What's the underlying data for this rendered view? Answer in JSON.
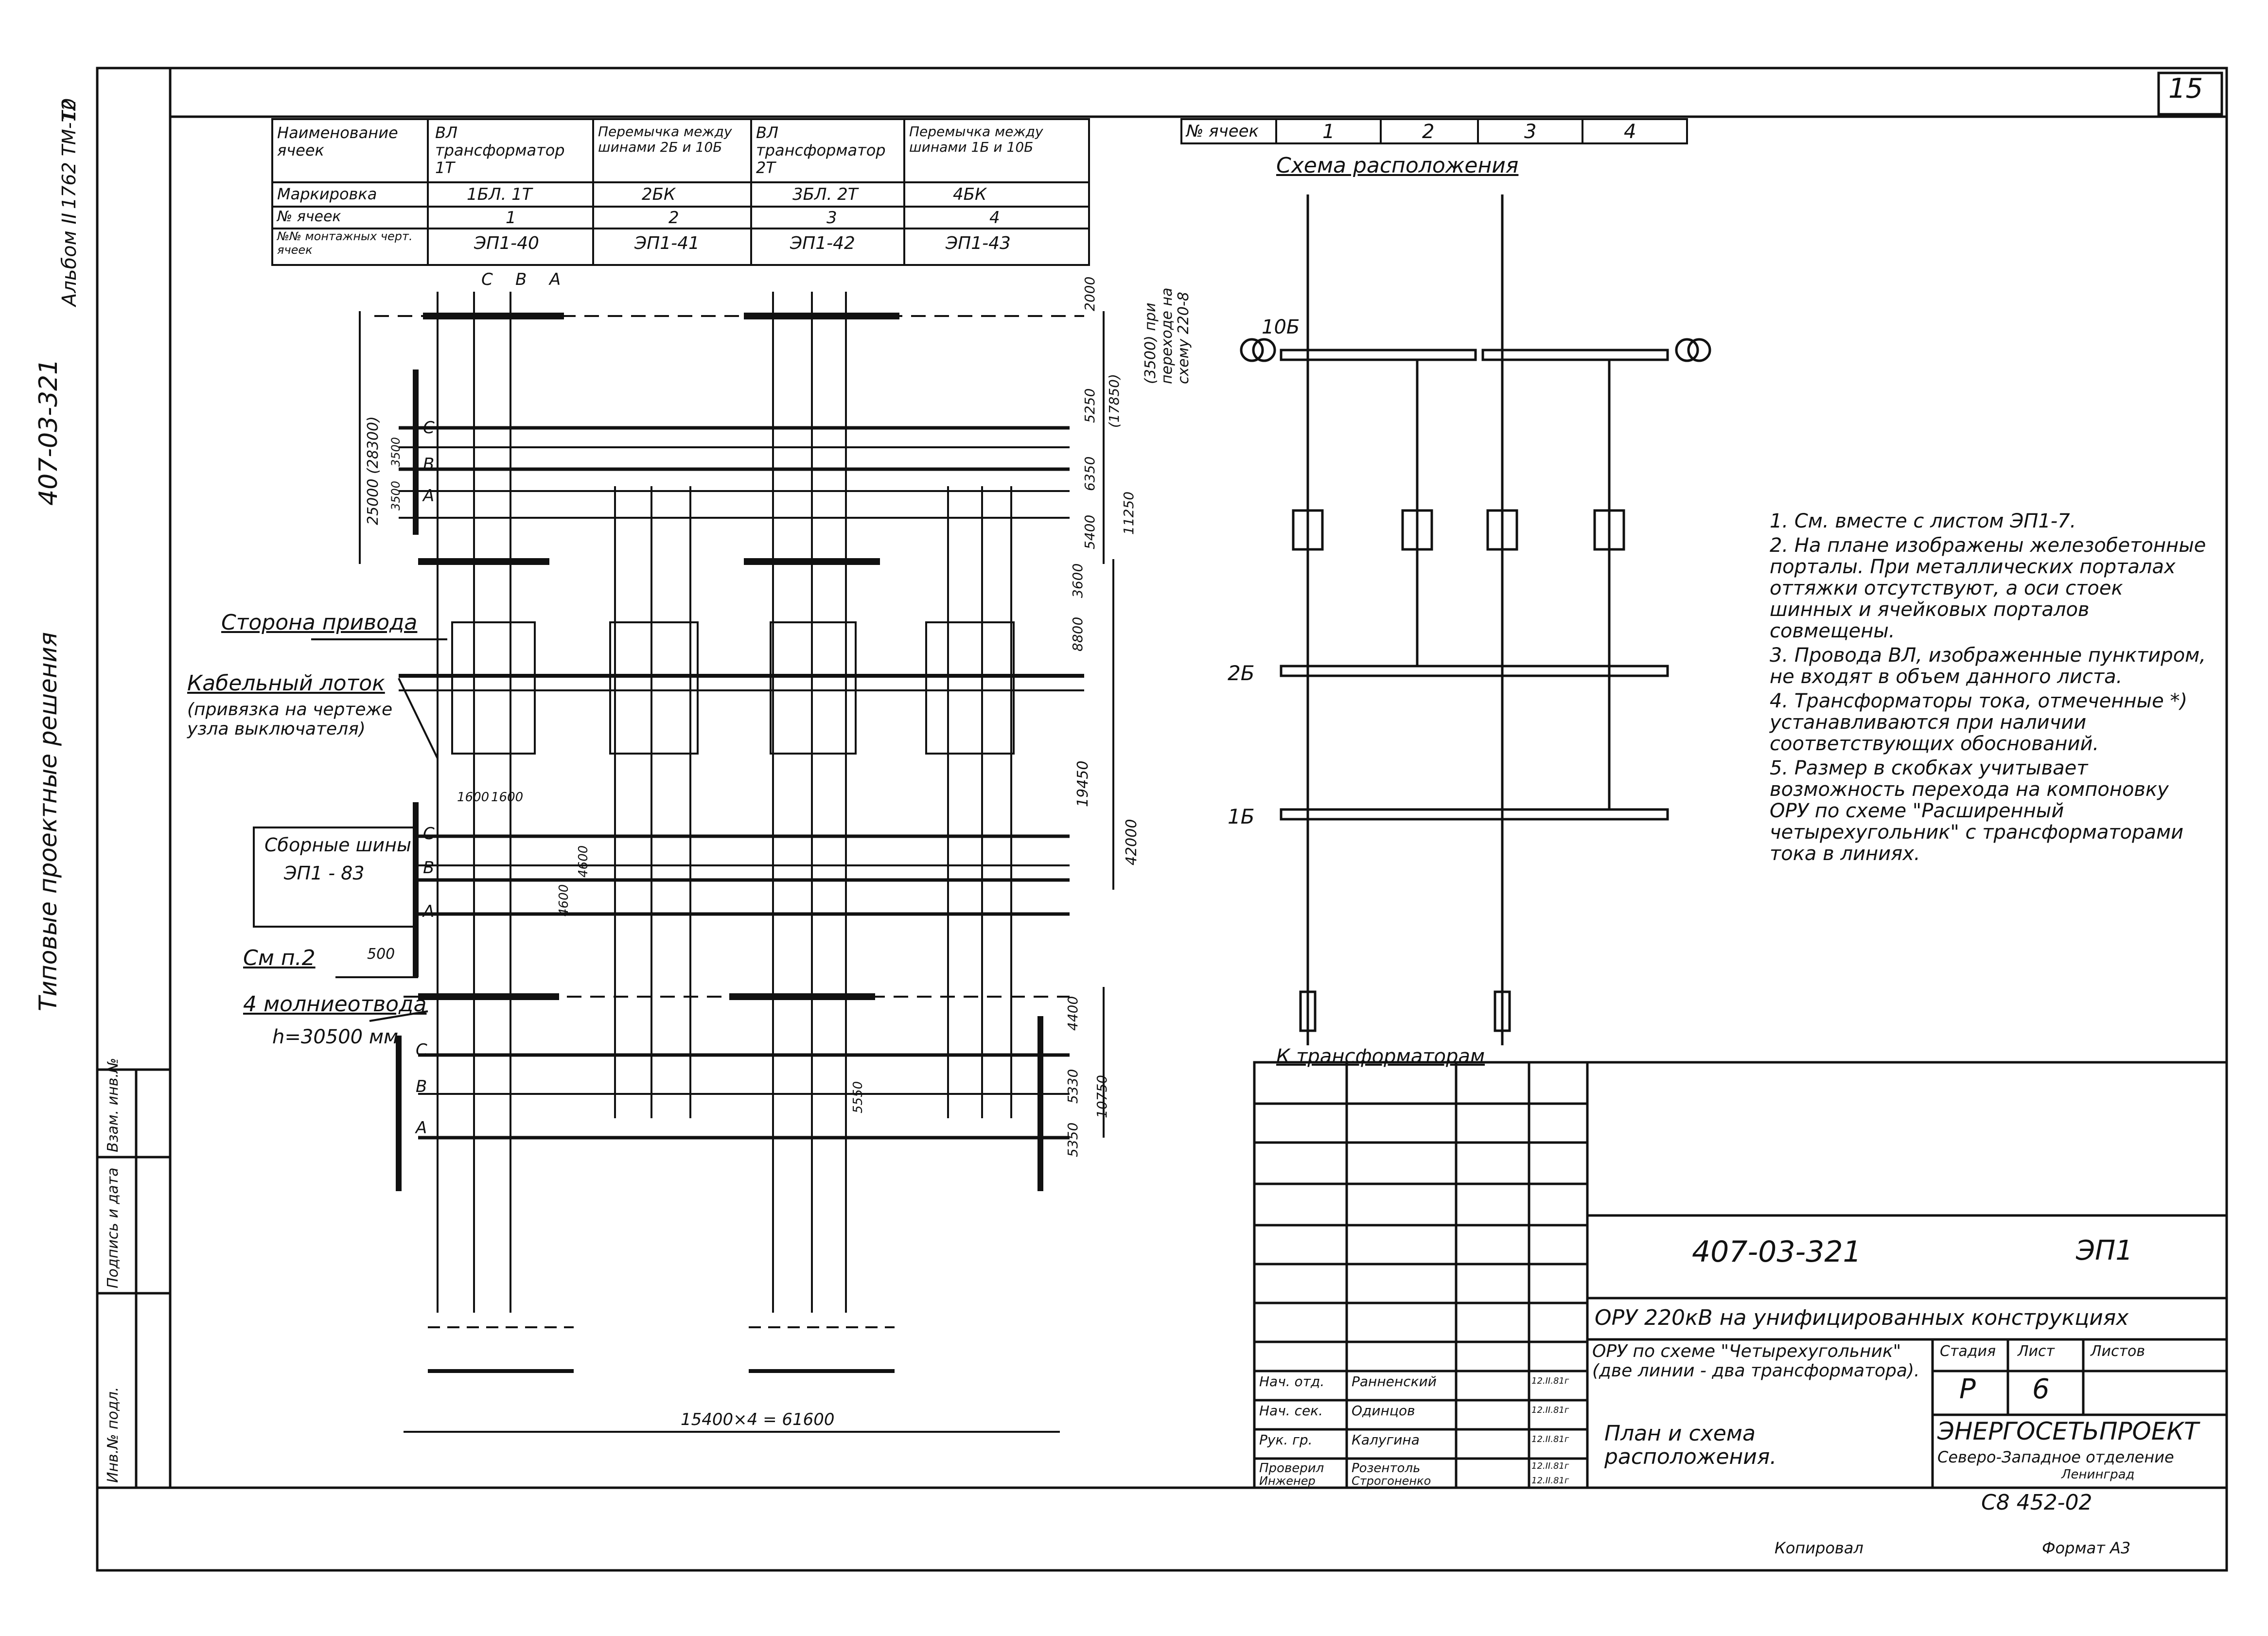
{
  "page": {
    "sheet_number": "15",
    "copied_label": "Копировал",
    "format": "Формат А3",
    "inventory_code": "С8 452-02",
    "corner_codes": [
      "1762 ТМ-Т2",
      "10"
    ]
  },
  "margin": {
    "album": "Альбом II",
    "series": "407-03-321",
    "typical": "Типовые проектные решения",
    "stamp_labels": [
      "Взам. инв.№",
      "Подпись и дата",
      "Инв.№ подл."
    ]
  },
  "cells_table": {
    "header_label": "№ ячеек",
    "numbers": [
      "1",
      "2",
      "3",
      "4"
    ]
  },
  "legend_table": {
    "row_labels": [
      "Наименование ячеек",
      "Маркировка",
      "№ ячеек",
      "№№ монтажных черт. ячеек"
    ],
    "columns": [
      {
        "name": "ВЛ трансформатор 1Т",
        "marking": "1БЛ. 1Т",
        "cell": "1",
        "drawing": "ЭП1-40"
      },
      {
        "name": "Перемычка между шинами 2Б и 10Б",
        "marking": "2БК",
        "cell": "2",
        "drawing": "ЭП1-41"
      },
      {
        "name": "ВЛ трансформатор 2Т",
        "marking": "3БЛ. 2Т",
        "cell": "3",
        "drawing": "ЭП1-42"
      },
      {
        "name": "Перемычка между шинами 1Б и 10Б",
        "marking": "4БК",
        "cell": "4",
        "drawing": "ЭП1-43"
      }
    ]
  },
  "plan": {
    "phases": [
      "C",
      "B",
      "A"
    ],
    "labels": {
      "drive_side": "Сторона привода",
      "cable_tray": "Кабельный лоток",
      "cable_tray_note": "(привязка на чертеже узла выключателя)",
      "busbars_a": "Сборные шины",
      "busbars_b": "ЭП1 - 83",
      "see_note": "См п.2",
      "lightning_rods": "4 молниеотвода",
      "lightning_height": "h=30500 мм",
      "bottom_dim": "15400×4 = 61600",
      "right_note": "(3500) при переходе на схему 220-8"
    },
    "dims_left": [
      "25000 (28300)",
      "3500",
      "3500",
      "1600",
      "1600",
      "4600",
      "4600",
      "500"
    ],
    "dims_right": [
      "2000",
      "5250",
      "(17850)",
      "6350",
      "5400",
      "11250",
      "3600",
      "8800",
      "19450",
      "42000",
      "4400",
      "5330",
      "5350",
      "10750",
      "5550"
    ]
  },
  "scheme": {
    "title": "Схема расположения",
    "bus_labels": [
      "10Б",
      "2Б",
      "1Б"
    ],
    "to_transformers": "К трансформаторам"
  },
  "notes": [
    "1. См. вместе с листом ЭП1-7.",
    "2. На плане изображены железобетонные порталы. При металлических порталах оттяжки отсутствуют, а оси стоек шинных и ячейковых порталов совмещены.",
    "3. Провода ВЛ, изображенные пунктиром, не входят в объем данного листа.",
    "4. Трансформаторы тока, отмеченные *) устанавливаются при наличии соответствующих обоснований.",
    "5. Размер в скобках учитывает возможность перехода на компоновку ОРУ по схеме \"Расширенный четырехугольник\" с трансформаторами тока в линиях."
  ],
  "title_block": {
    "doc_code": "407-03-321",
    "sheet_code": "ЭП1",
    "project_title": "ОРУ 220кВ на унифицированных конструкциях",
    "scheme_name": "ОРУ по схеме \"Четырехугольник\" (две линии - два трансформатора).",
    "drawing_name": "План и схема расположения.",
    "stage_label": "Стадия",
    "sheet_label": "Лист",
    "sheets_label": "Листов",
    "stage_value": "Р",
    "sheet_value": "6",
    "org_name": "ЭНЕРГОСЕТЬПРОЕКТ",
    "org_branch": "Северо-Западное отделение",
    "org_city": "Ленинград",
    "signatures": [
      {
        "role": "Нач. отд.",
        "name": "Ранненский",
        "date": "12.II.81г"
      },
      {
        "role": "Нач. сек.",
        "name": "Одинцов",
        "date": "12.II.81г"
      },
      {
        "role": "Рук. гр.",
        "name": "Калугина",
        "date": "12.II.81г"
      },
      {
        "role": "Проверил",
        "name": "Розентоль",
        "date": "12.II.81г"
      },
      {
        "role": "Инженер",
        "name": "Строгоненко",
        "date": "12.II.81г"
      }
    ]
  }
}
